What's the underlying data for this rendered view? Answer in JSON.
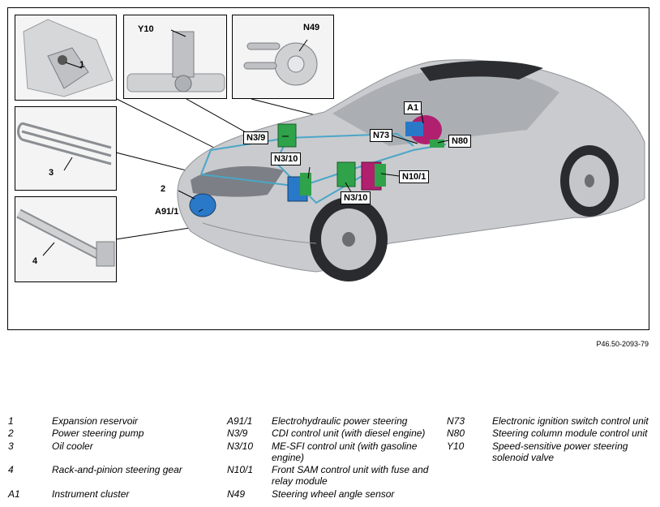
{
  "figure": {
    "code": "P46.50-2093-79",
    "callouts": {
      "c1": "1",
      "c2": "2",
      "c3": "3",
      "c4": "4",
      "y10": "Y10",
      "n49": "N49",
      "a1": "A1",
      "n73": "N73",
      "n80": "N80",
      "n3_9": "N3/9",
      "n3_10a": "N3/10",
      "n3_10b": "N3/10",
      "n10_1": "N10/1",
      "a91_1": "A91/1"
    },
    "colors": {
      "car_body": "#c9cbce",
      "line_color": "#4aa6c8",
      "module_green": "#2fa24a",
      "module_blue": "#2a78c8",
      "module_magenta": "#b0206e"
    }
  },
  "legend": {
    "col1": [
      {
        "code": "1",
        "text": "Expansion reservoir"
      },
      {
        "code": "2",
        "text": "Power steering pump"
      },
      {
        "code": "3",
        "text": "Oil cooler"
      },
      {
        "code": "4",
        "text": "Rack-and-pinion steering gear"
      },
      {
        "code": "A1",
        "text": "Instrument cluster"
      }
    ],
    "col2": [
      {
        "code": "A91/1",
        "text": "Electrohydraulic power steering"
      },
      {
        "code": "N3/9",
        "text": "CDI control unit (with diesel engine)"
      },
      {
        "code": "N3/10",
        "text": "ME-SFI control unit (with gasoline engine)"
      },
      {
        "code": "N10/1",
        "text": "Front SAM control unit with fuse and relay module"
      },
      {
        "code": "N49",
        "text": "Steering wheel angle sensor"
      }
    ],
    "col3": [
      {
        "code": "N73",
        "text": "Electronic ignition switch control unit"
      },
      {
        "code": "N80",
        "text": "Steering column module control unit"
      },
      {
        "code": "Y10",
        "text": "Speed-sensitive power steering solenoid valve"
      }
    ]
  }
}
